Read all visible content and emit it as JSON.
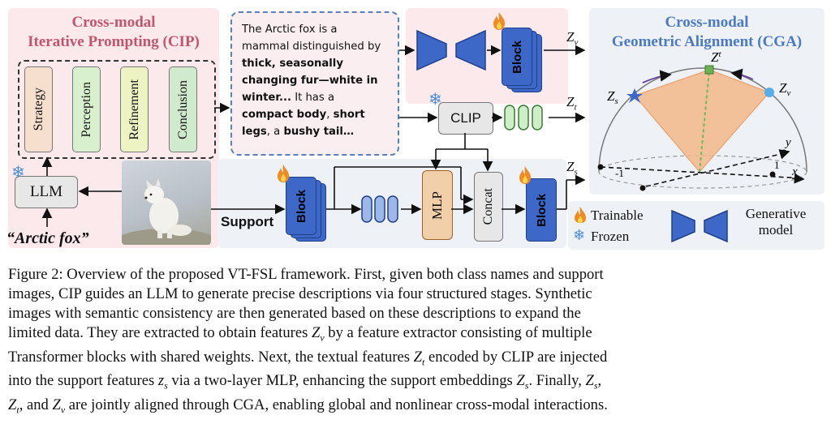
{
  "cip": {
    "title_line1": "Cross-modal",
    "title_line2": "Iterative Prompting (CIP)",
    "stages": [
      "Strategy",
      "Perception",
      "Refinement",
      "Conclusion"
    ],
    "stage_colors": [
      "#f6dfcd",
      "#d9f0cf",
      "#eef3c4",
      "#cfeacc"
    ],
    "llm_label": "LLM",
    "class_name": "“Arctic fox”"
  },
  "description": {
    "parts": [
      {
        "t": "The Arctic fox is a mammal distinguished by ",
        "b": false
      },
      {
        "t": "thick, seasonally changing fur—white in winter...",
        "b": true
      },
      {
        "t": " It has a ",
        "b": false
      },
      {
        "t": "compact body",
        "b": true
      },
      {
        "t": ", ",
        "b": false
      },
      {
        "t": "short legs",
        "b": true
      },
      {
        "t": ", a ",
        "b": false
      },
      {
        "t": "bushy tail…",
        "b": true
      }
    ]
  },
  "pipeline": {
    "block_label": "Block",
    "clip_label": "CLIP",
    "mlp_label": "MLP",
    "concat_label": "Concat",
    "support_label": "Support",
    "zv": "Z",
    "zv_sub": "v",
    "zt": "Z",
    "zt_sub": "t",
    "zs": "Z",
    "zs_sub": "s",
    "icons": [
      "fire-icon",
      "snowflake-icon",
      "generative-model-icon"
    ]
  },
  "cga": {
    "title_line1": "Cross-modal",
    "title_line2": "Geometric Alignment (CGA)",
    "axis_x": "x",
    "axis_y": "y",
    "tick_1": "1",
    "tick_neg1": "-1"
  },
  "legend": {
    "trainable": "Trainable",
    "frozen": "Frozen",
    "generative_line1": "Generative",
    "generative_line2": "model"
  },
  "colors": {
    "block": "#3d68c7",
    "cip_bg": "#fbe9ec",
    "cga_accent": "#4b7ac2",
    "cip_accent": "#c0566d",
    "cone": "#f2b88a"
  },
  "caption": {
    "lines": [
      "Figure 2: Overview of the proposed VT-FSL framework. First, given both class names and support",
      "images, CIP guides an LLM to generate precise descriptions via four structured stages. Synthetic",
      "images with semantic consistency are then generated based on these descriptions to expand the",
      "limited data. They are extracted to obtain features Z_v by a feature extractor consisting of multiple",
      "Transformer blocks with shared weights. Next, the textual features Z_t encoded by CLIP are injected",
      "into the support features z_s via a two-layer MLP, enhancing the support embeddings Z_s. Finally, Z_s,",
      "Z_t, and Z_v are jointly aligned through CGA, enabling global and nonlinear cross-modal interactions."
    ]
  }
}
